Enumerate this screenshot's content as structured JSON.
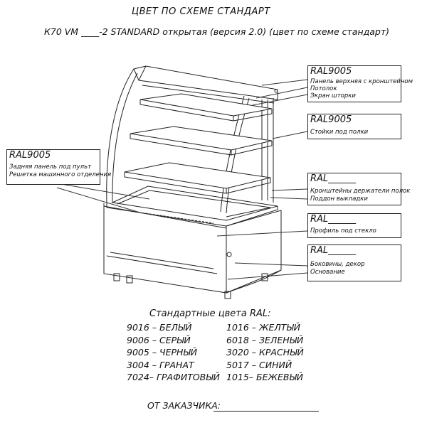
{
  "header": {
    "title": "ЦВЕТ ПО СХЕМЕ СТАНДАРТ",
    "subtitle": "К70 VM ____-2 STANDARD открытая (версия 2.0) (цвет по схеме стандарт)"
  },
  "callouts": [
    {
      "id": "top",
      "code": "RAL9005",
      "lines": [
        "Панель верхняя с кронштейном",
        "Потолок",
        "Экран шторки"
      ]
    },
    {
      "id": "posts",
      "code": "RAL9005",
      "lines": [
        "Стойки под полки"
      ]
    },
    {
      "id": "rear",
      "code": "RAL9005",
      "lines": [
        "Задняя панель под пульт",
        "Решетка машинного отделения"
      ]
    },
    {
      "id": "brackets",
      "code": "RAL______",
      "lines": [
        "Кронштейны держатели полок",
        "Поддон выкладки"
      ]
    },
    {
      "id": "profile",
      "code": "RAL______",
      "lines": [
        "Профиль под стекло"
      ]
    },
    {
      "id": "side",
      "code": "RAL______",
      "lines": [
        "Боковины, декор",
        "Основание"
      ]
    }
  ],
  "colors": {
    "heading": "Стандартные цвета RAL:",
    "left": [
      "9016 – БЕЛЫЙ",
      "9006 – СЕРЫЙ",
      "9005 – ЧЕРНЫЙ",
      "3004 – ГРАНАТ",
      "7024– ГРАФИТОВЫЙ"
    ],
    "right": [
      "1016 – ЖЕЛТЫЙ",
      "6018 – ЗЕЛЕНЫЙ",
      "3020 – КРАСНЫЙ",
      "5017 – СИНИЙ",
      "1015– БЕЖЕВЫЙ"
    ]
  },
  "footer": {
    "label": "ОТ ЗАКАЗЧИКА:"
  }
}
